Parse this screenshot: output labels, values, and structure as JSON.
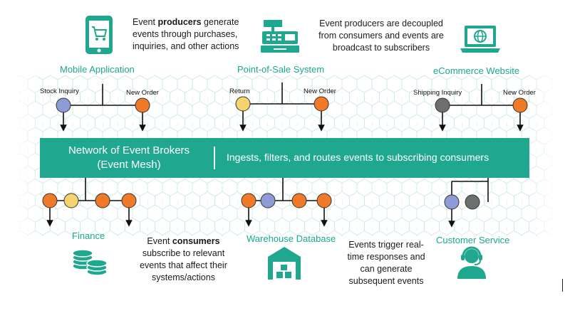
{
  "colors": {
    "teal": "#1fa88f",
    "teal_text": "#1aa88f",
    "orange": "#f07a28",
    "yellow": "#f5d470",
    "blue": "#8e9bd6",
    "gray": "#6d6e70"
  },
  "producers": {
    "note_pre": "Event ",
    "note_bold": "producers",
    "note_post": " generate events through purchases, inquiries, and other actions",
    "decoupled_note": "Event producers are decoupled from consumers and events are broadcast to subscribers",
    "apps": [
      {
        "title": "Mobile Application",
        "icon": "mobile-cart-icon",
        "events": [
          {
            "label": "Stock Inquiry",
            "color": "blue"
          },
          {
            "label": "New Order",
            "color": "orange"
          }
        ]
      },
      {
        "title": "Point-of-Sale System",
        "icon": "cash-register-icon",
        "events": [
          {
            "label": "Return",
            "color": "yellow"
          },
          {
            "label": "New Order",
            "color": "orange"
          }
        ]
      },
      {
        "title": "eCommerce Website",
        "icon": "laptop-globe-icon",
        "events": [
          {
            "label": "Shipping Inquiry",
            "color": "gray"
          },
          {
            "label": "New Order",
            "color": "orange"
          }
        ]
      }
    ]
  },
  "broker": {
    "title_line1": "Network of Event Brokers",
    "title_line2": "(Event Mesh)",
    "description": "Ingests, filters, and routes events to subscribing consumers"
  },
  "consumers": {
    "note_pre": "Event ",
    "note_bold": "consumers",
    "note_post": " subscribe to relevant events that affect their systems/actions",
    "trigger_note": "Events trigger real-time responses and can generate subsequent events",
    "systems": [
      {
        "title": "Finance",
        "icon": "coins-icon",
        "events": [
          "orange",
          "yellow",
          "orange",
          "orange"
        ]
      },
      {
        "title": "Warehouse Database",
        "icon": "warehouse-icon",
        "events": [
          "orange",
          "blue",
          "orange",
          "orange"
        ]
      },
      {
        "title": "Customer Service",
        "icon": "headset-agent-icon",
        "events": [
          "blue",
          "gray"
        ]
      }
    ]
  }
}
